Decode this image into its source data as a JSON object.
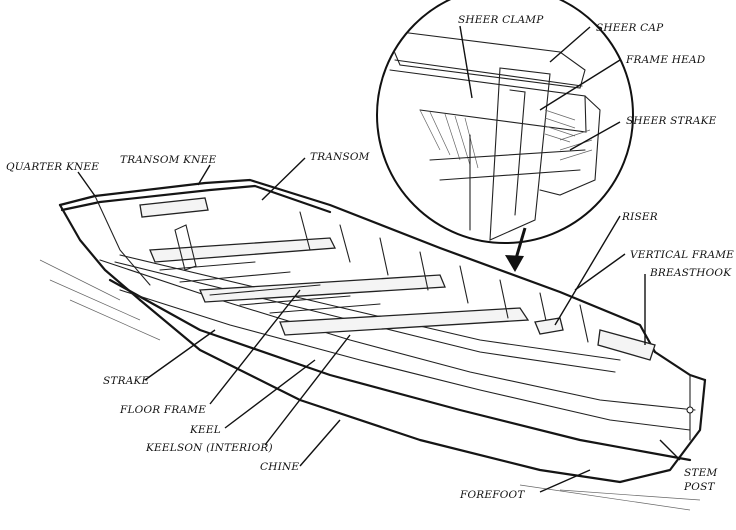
{
  "labels": {
    "sheer_clamp": "SHEER CLAMP",
    "sheer_cap": "SHEER CAP",
    "frame_head": "FRAME HEAD",
    "sheer_strake": "SHEER STRAKE",
    "quarter_knee": "QUARTER KNEE",
    "transom_knee": "TRANSOM KNEE",
    "transom": "TRANSOM",
    "riser": "RISER",
    "vertical_frame": "VERTICAL FRAME",
    "breasthook": "BREASTHOOK",
    "strake": "STRAKE",
    "floor_frame": "FLOOR FRAME",
    "keel": "KEEL",
    "keelson": "KEELSON (INTERIOR)",
    "chine": "CHINE",
    "stem": "STEM",
    "post": "POST",
    "forefoot": "FOREFOOT"
  },
  "colors": {
    "ink": "#111111",
    "paper": "#ffffff",
    "shade": "#9a9a9a"
  }
}
